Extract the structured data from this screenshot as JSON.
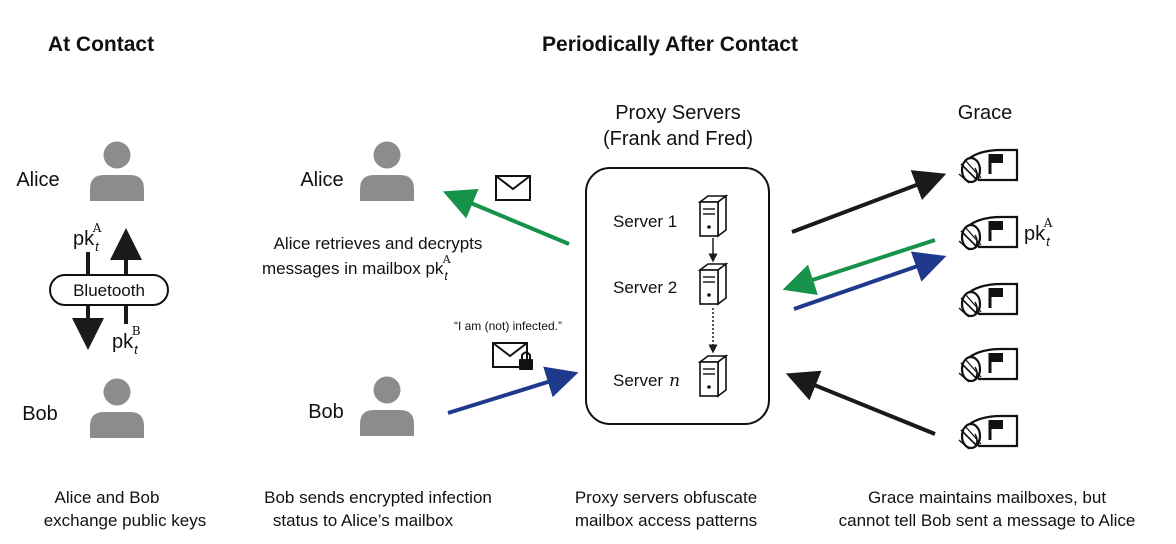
{
  "headings": {
    "at_contact": "At Contact",
    "periodically": "Periodically After Contact"
  },
  "left": {
    "alice": "Alice",
    "bob": "Bob",
    "bluetooth": "Bluetooth",
    "key_a": "pk",
    "key_a_sub": "t",
    "key_a_sup": "A",
    "key_b": "pk",
    "key_b_sub": "t",
    "key_b_sup": "B",
    "caption_1": "Alice and Bob",
    "caption_2": "exchange public keys"
  },
  "middle": {
    "alice": "Alice",
    "bob": "Bob",
    "retrieve_1": "Alice retrieves and decrypts",
    "retrieve_2": "messages in mailbox pk",
    "retrieve_sub": "t",
    "retrieve_sup": "A",
    "infected_quote": "“I am (not) infected.”",
    "caption_1": "Bob sends encrypted infection",
    "caption_2": "status to Alice’s mailbox"
  },
  "proxy": {
    "title_1": "Proxy Servers",
    "title_2": "(Frank and Fred)",
    "server_1": "Server 1",
    "server_2": "Server 2",
    "server_n": "Server",
    "server_n_var": "n",
    "caption_1": "Proxy servers obfuscate",
    "caption_2": "mailbox access patterns"
  },
  "grace": {
    "title": "Grace",
    "key": "pk",
    "key_sub": "t",
    "key_sup": "A",
    "caption_1": "Grace maintains mailboxes, but",
    "caption_2": "cannot tell Bob sent a message to Alice"
  },
  "colors": {
    "green_arrow": "#17924a",
    "blue_arrow": "#1f3a8c",
    "black_arrow": "#1a1a1a",
    "person_gray": "#8c8c8c"
  }
}
